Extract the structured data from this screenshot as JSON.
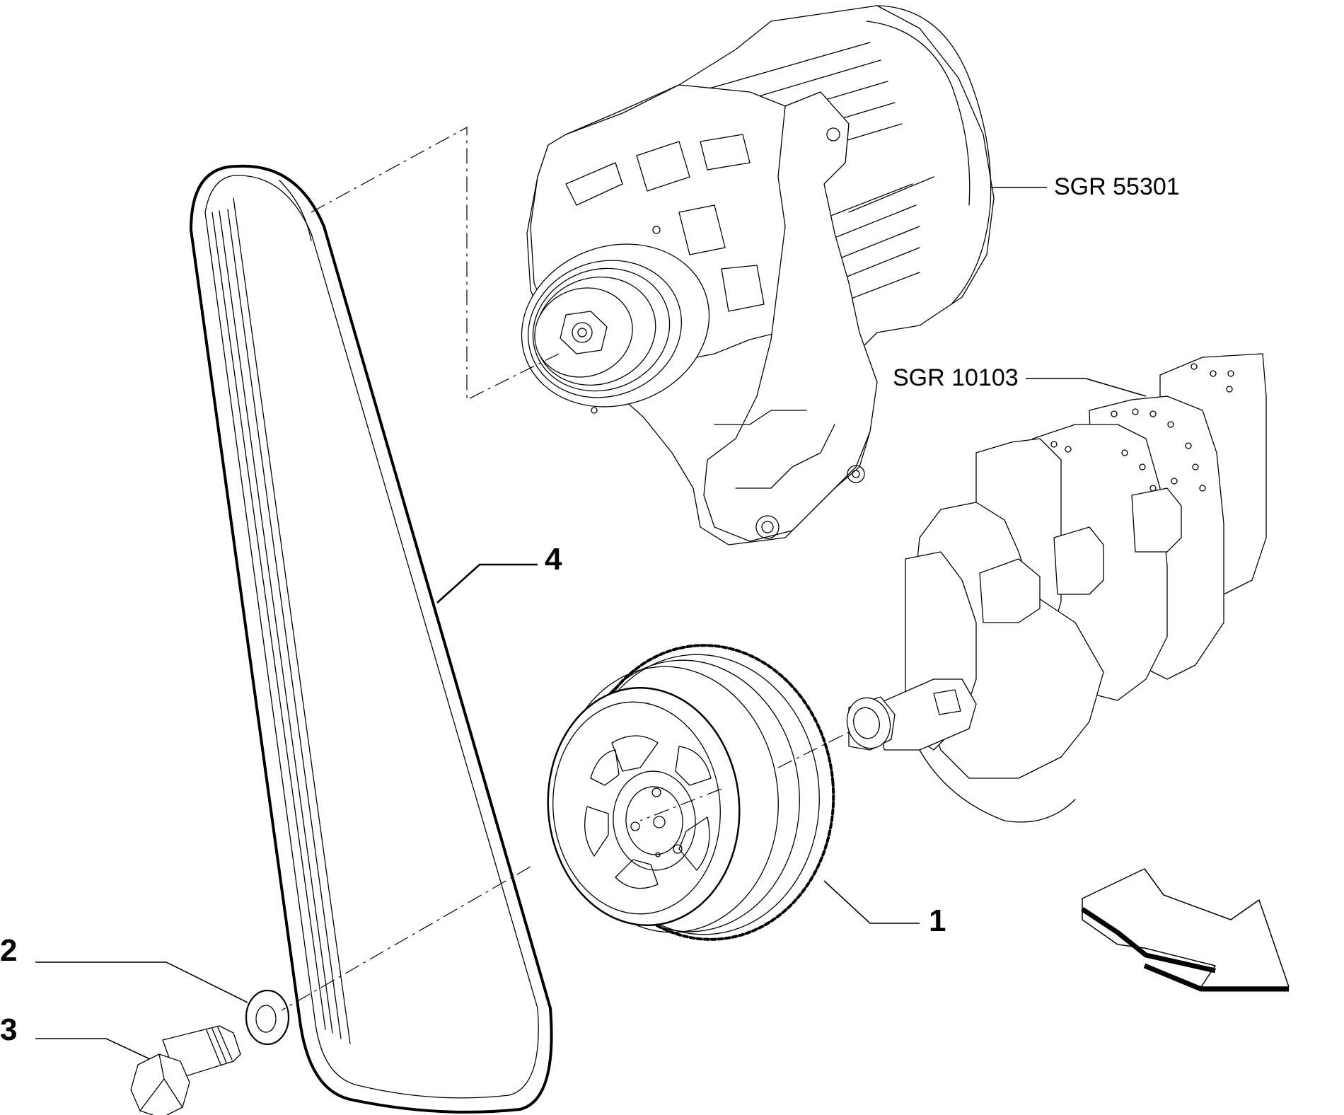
{
  "callouts": {
    "part_1": "1",
    "part_2": "2",
    "part_3": "3",
    "part_4": "4"
  },
  "references": {
    "alternator_ref": "SGR 55301",
    "crankshaft_ref": "SGR 10103"
  },
  "icons": {
    "direction_arrow": "direction-arrow-icon"
  }
}
